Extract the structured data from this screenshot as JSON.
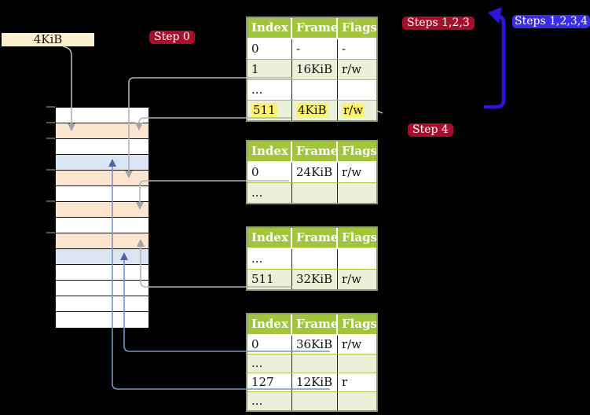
{
  "mem_box_label": "4KiB",
  "badges": {
    "step0": "Step 0",
    "steps123": "Steps 1,2,3",
    "steps1234": "Steps 1,2,3,4",
    "step4": "Step 4"
  },
  "table_headers": [
    "Index",
    "Frame",
    "Flags"
  ],
  "tables": {
    "t1": {
      "rows": [
        [
          "0",
          "-",
          "-"
        ],
        [
          "1",
          "16KiB",
          "r/w"
        ],
        [
          "...",
          "",
          ""
        ],
        [
          "511",
          "4KiB",
          "r/w"
        ]
      ]
    },
    "t2": {
      "rows": [
        [
          "0",
          "24KiB",
          "r/w"
        ],
        [
          "...",
          "",
          ""
        ]
      ]
    },
    "t3": {
      "rows": [
        [
          "...",
          "",
          ""
        ],
        [
          "511",
          "32KiB",
          "r/w"
        ]
      ]
    },
    "t4": {
      "rows": [
        [
          "0",
          "36KiB",
          "r/w"
        ],
        [
          "...",
          "",
          ""
        ],
        [
          "127",
          "12KiB",
          "r"
        ],
        [
          "...",
          "",
          ""
        ]
      ]
    }
  },
  "memory_rows": [
    "white",
    "orange",
    "white",
    "blue",
    "orange",
    "white",
    "orange",
    "white",
    "orange",
    "blue",
    "white",
    "white",
    "white",
    "white"
  ],
  "colors": {
    "badge_red": "#a60f2c",
    "badge_blue": "#3c2ce5",
    "big_arrow_blue": "#2e14dd",
    "connector_gray": "#b3b3b3",
    "connector_blue": "#7593c9",
    "table_header_green": "#a3c53d",
    "table_shade_green": "#ebf0d8",
    "highlight_yellow": "#fdf170",
    "mem_orange": "#fce5cf",
    "mem_blue": "#dae4f3",
    "mem_box_beige": "#fbf0cd"
  }
}
